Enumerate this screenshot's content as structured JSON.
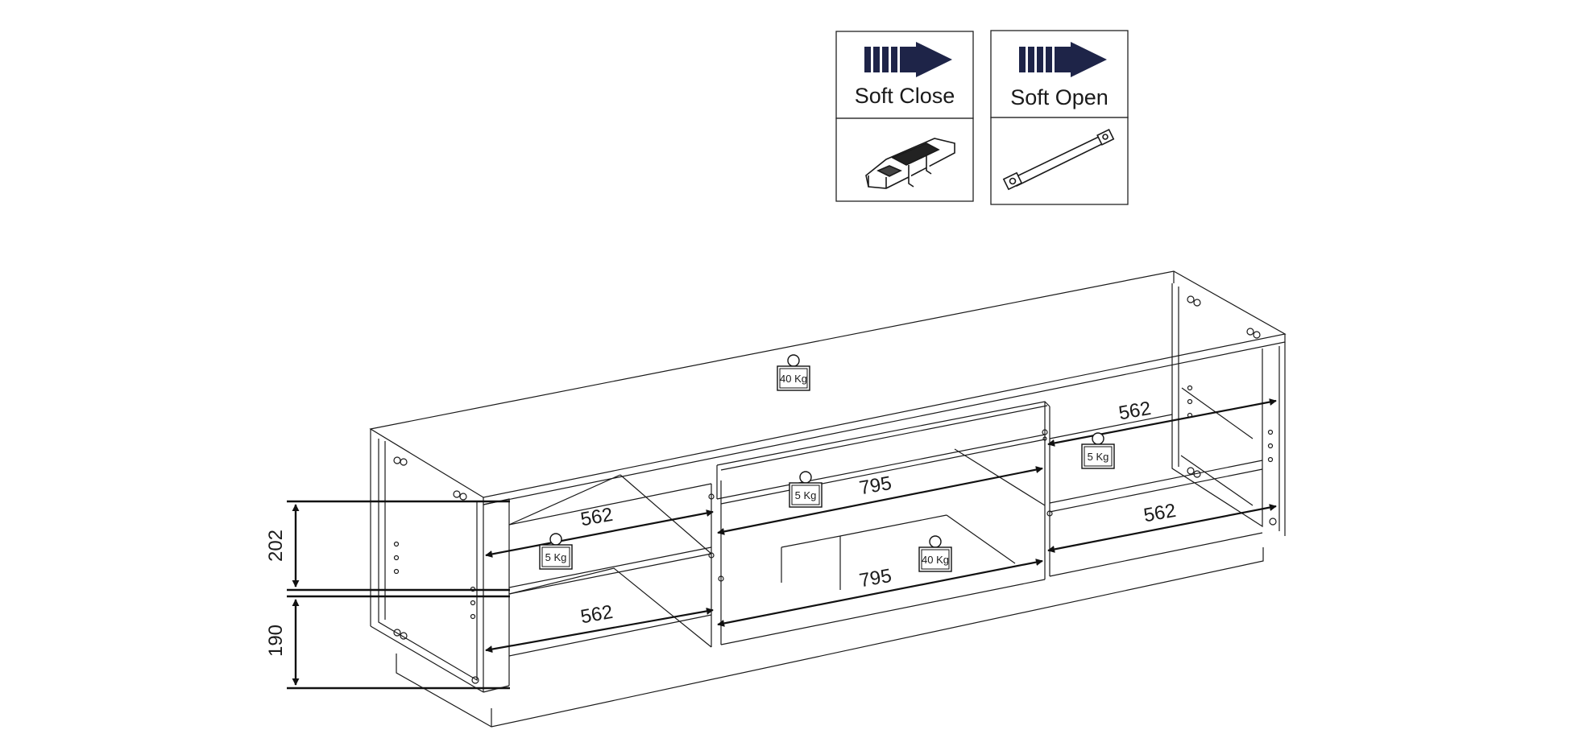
{
  "features": [
    {
      "label": "Soft Close",
      "icon": "soft-close-hinge-icon",
      "arrow_color": "#1e2448"
    },
    {
      "label": "Soft Open",
      "icon": "soft-open-rod-icon",
      "arrow_color": "#1e2448"
    }
  ],
  "dimensions": {
    "left_compartment_top_depth": "562",
    "left_compartment_bottom_depth": "562",
    "right_compartment_top_depth": "562",
    "right_compartment_bottom_depth": "562",
    "center_drawer_width": "795",
    "center_open_width": "795",
    "upper_height": "202",
    "lower_height": "190"
  },
  "weights": {
    "top_surface": "40 Kg",
    "left_shelf": "5 Kg",
    "drawer": "5 Kg",
    "right_shelf": "5 Kg",
    "center_bottom": "40 Kg"
  }
}
